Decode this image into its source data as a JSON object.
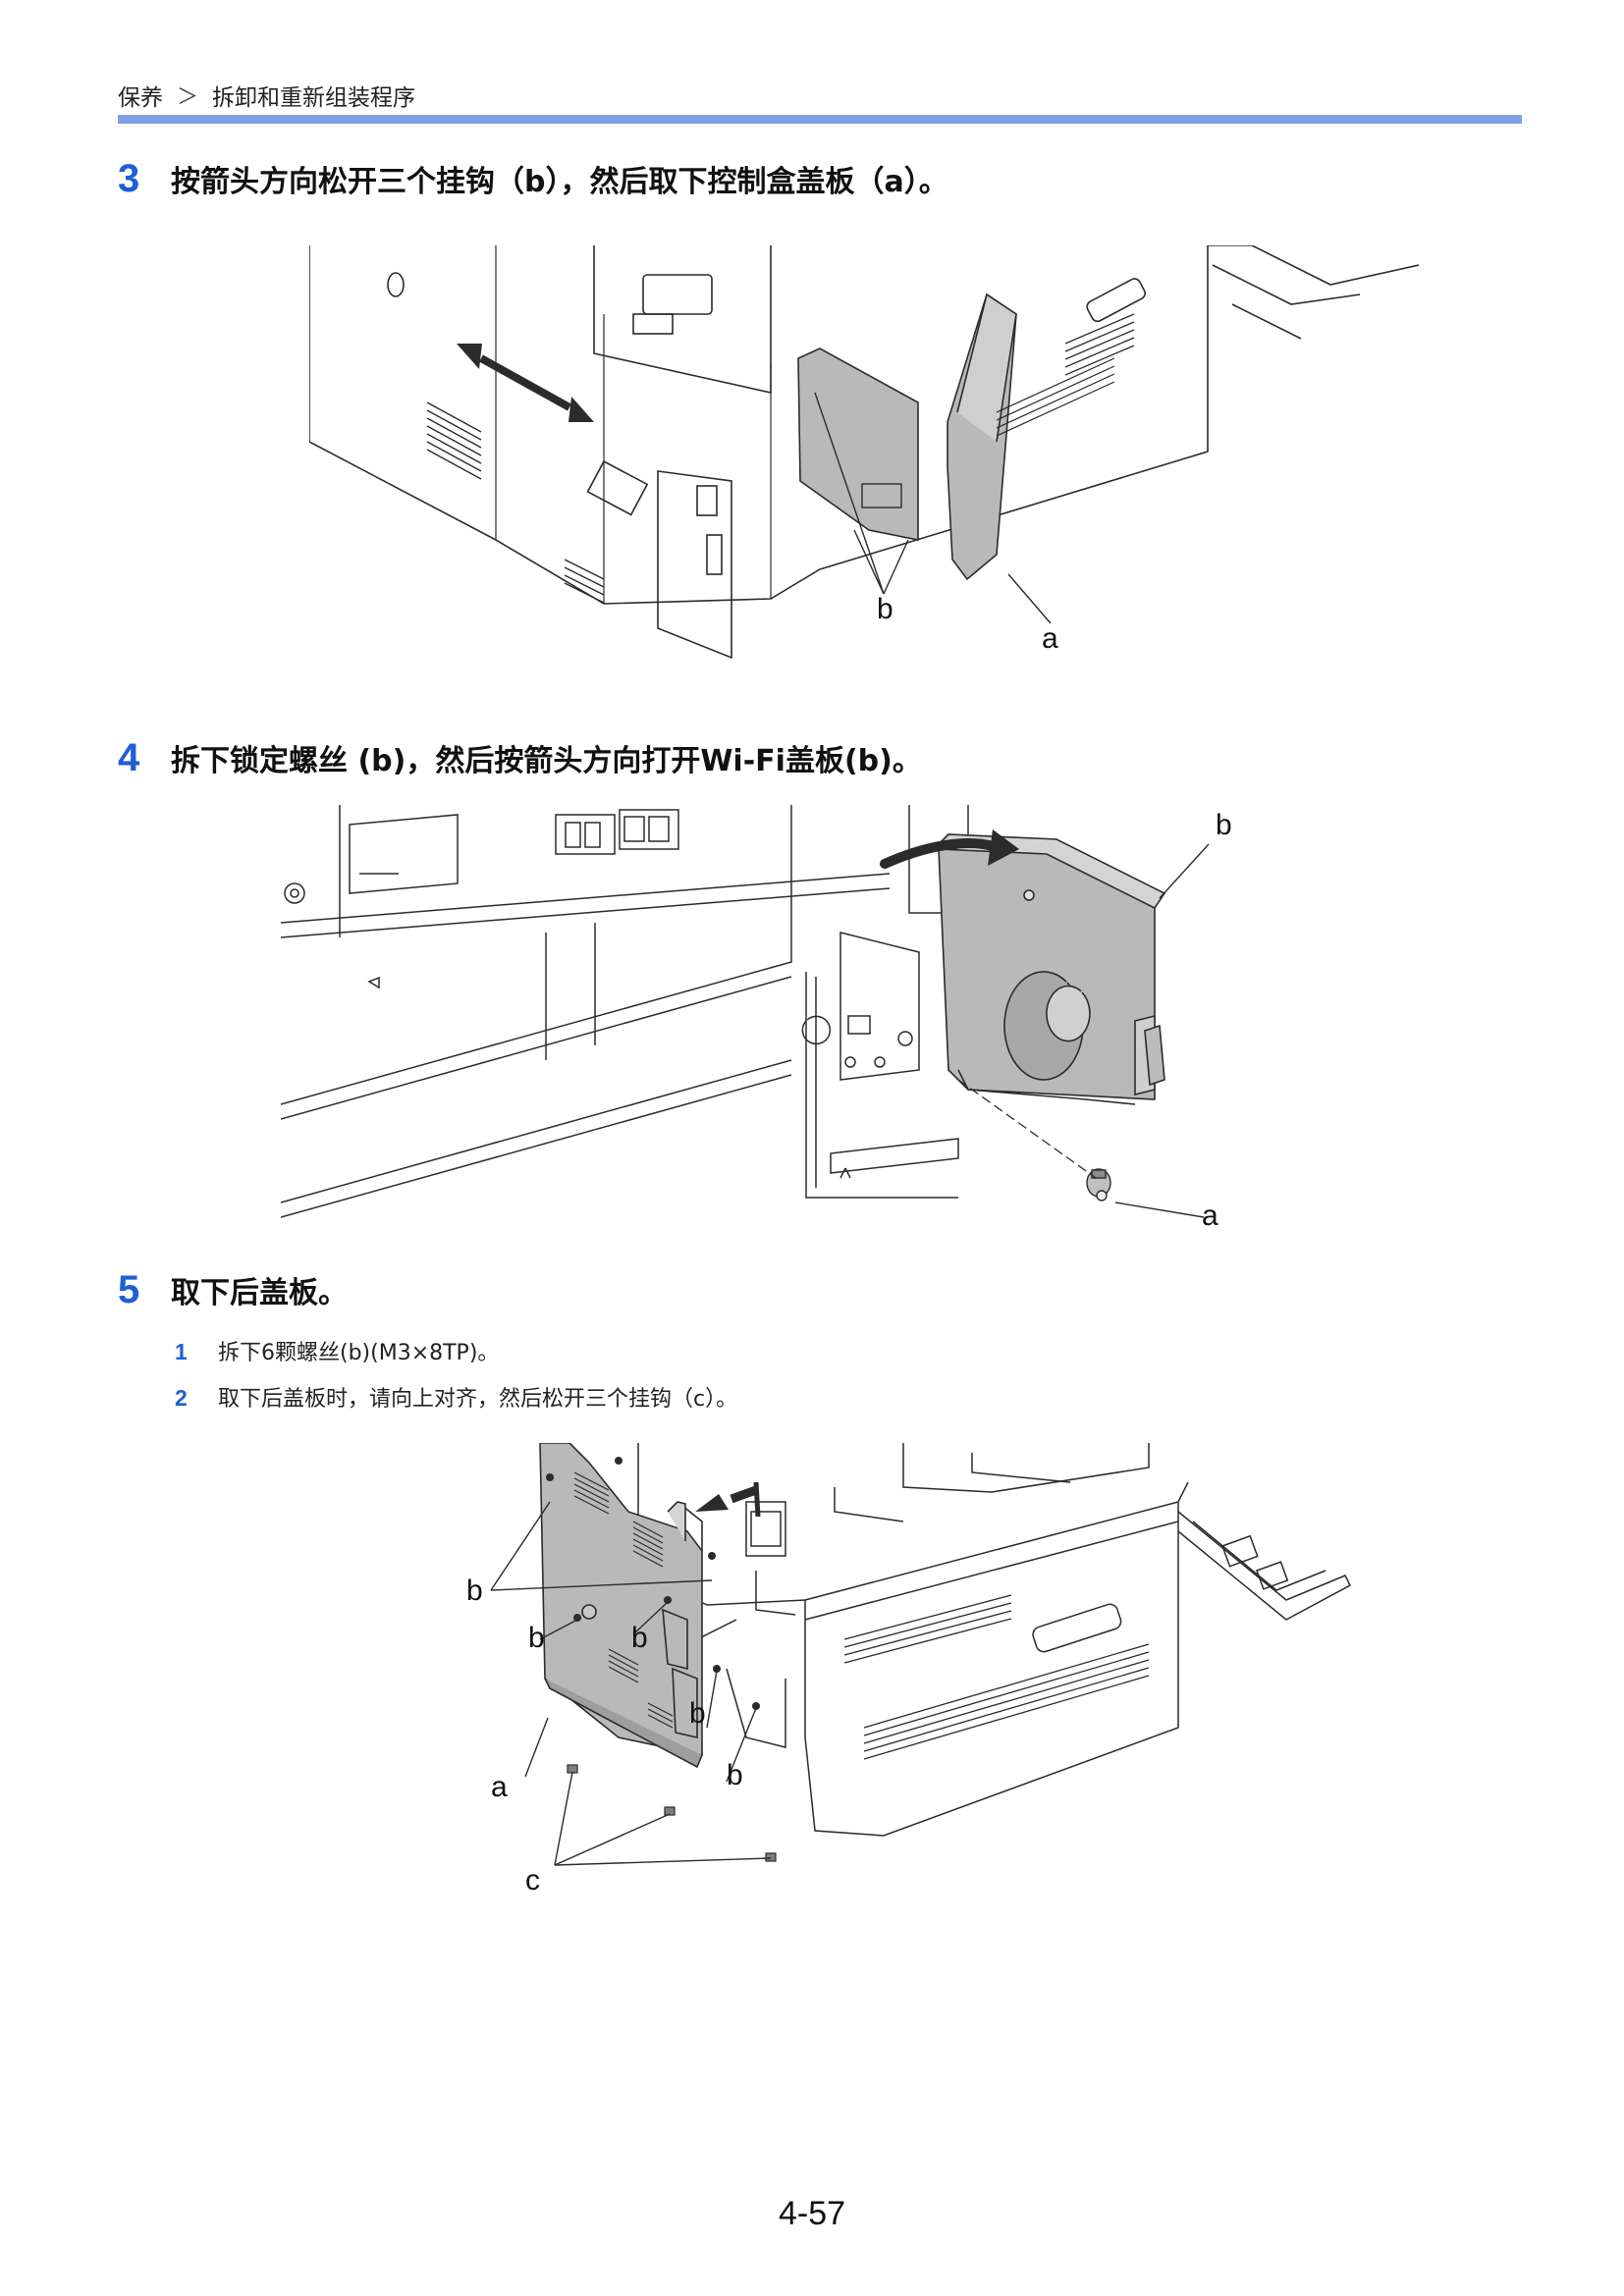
{
  "header": {
    "breadcrumb": [
      "保养",
      "拆卸和重新组装程序"
    ],
    "separator": "＞"
  },
  "steps": [
    {
      "number": "3",
      "text": "按箭头方向松开三个挂钩（b），然后取下控制盒盖板（a）。",
      "callouts": [
        "b",
        "a"
      ]
    },
    {
      "number": "4",
      "text": "拆下锁定螺丝 (b)，然后按箭头方向打开Wi-Fi盖板(b)。",
      "callouts": [
        "b",
        "a"
      ]
    },
    {
      "number": "5",
      "text": "取下后盖板。",
      "substeps": [
        {
          "number": "1",
          "text": "拆下6颗螺丝(b)(M3×8TP)。"
        },
        {
          "number": "2",
          "text": "取下后盖板时，请向上对齐，然后松开三个挂钩（c）。"
        }
      ],
      "callouts": [
        "b",
        "b",
        "b",
        "b",
        "b",
        "a",
        "c"
      ]
    }
  ],
  "page_number": "4-57",
  "colors": {
    "accent_blue": "#1f5fd6",
    "header_rule": "#7fa0e4",
    "part_fill": "#b9b9b9",
    "line_art": "#2b2b2b"
  }
}
